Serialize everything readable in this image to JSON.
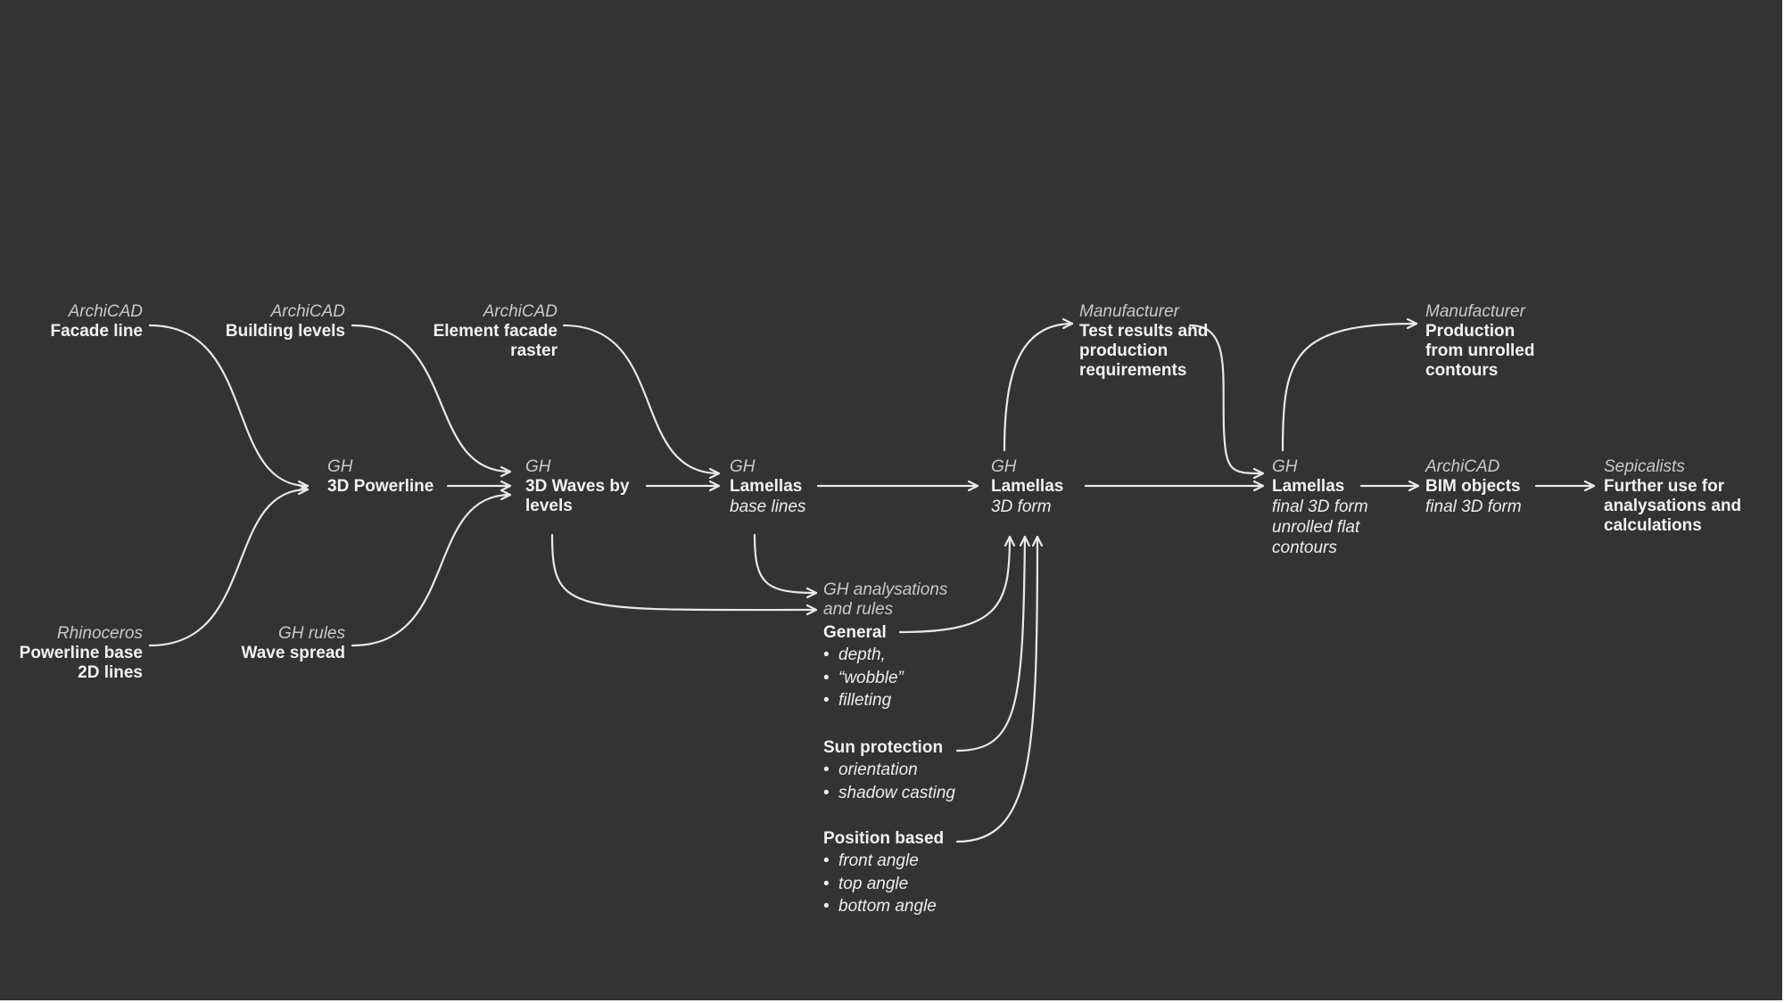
{
  "nodes": {
    "facade_line": {
      "source": "ArchiCAD",
      "label": "Facade line"
    },
    "powerline_base": {
      "source": "Rhinoceros",
      "label": "Powerline base 2D lines"
    },
    "building_levels": {
      "source": "ArchiCAD",
      "label": "Building levels"
    },
    "wave_spread": {
      "source": "GH rules",
      "label": "Wave spread"
    },
    "element_raster": {
      "source": "ArchiCAD",
      "label": "Element facade raster"
    },
    "powerline_3d": {
      "source": "GH",
      "label": "3D Powerline"
    },
    "waves_levels": {
      "source": "GH",
      "label": "3D Waves by levels"
    },
    "lamellas_base": {
      "source": "GH",
      "label": "Lamellas",
      "sub": "base lines"
    },
    "lamellas_3d": {
      "source": "GH",
      "label": "Lamellas",
      "sub": "3D form"
    },
    "test_results": {
      "source": "Manufacturer",
      "label": "Test results and production requirements"
    },
    "lamellas_final": {
      "source": "GH",
      "label": "Lamellas",
      "sub": "final 3D form unrolled flat contours"
    },
    "production": {
      "source": "Manufacturer",
      "label": "Production from unrolled contours"
    },
    "bim_objects": {
      "source": "ArchiCAD",
      "label": "BIM objects",
      "sub": "final 3D form"
    },
    "further_use": {
      "source": "Sepicalists",
      "label": "Further use for analysations and calculations"
    }
  },
  "analysis": {
    "header": "GH  analysations and rules",
    "general": {
      "title": "General",
      "items": [
        "depth,",
        "“wobble”",
        "filleting"
      ]
    },
    "sun": {
      "title": "Sun protection",
      "items": [
        "orientation",
        "shadow casting"
      ]
    },
    "position": {
      "title": "Position based",
      "items": [
        "front angle",
        "top angle",
        "bottom angle"
      ]
    }
  },
  "style": {
    "background": "#333333",
    "line": "#e9e9e9",
    "text": "#f2f2f2",
    "source_text": "#c9c9c9"
  }
}
